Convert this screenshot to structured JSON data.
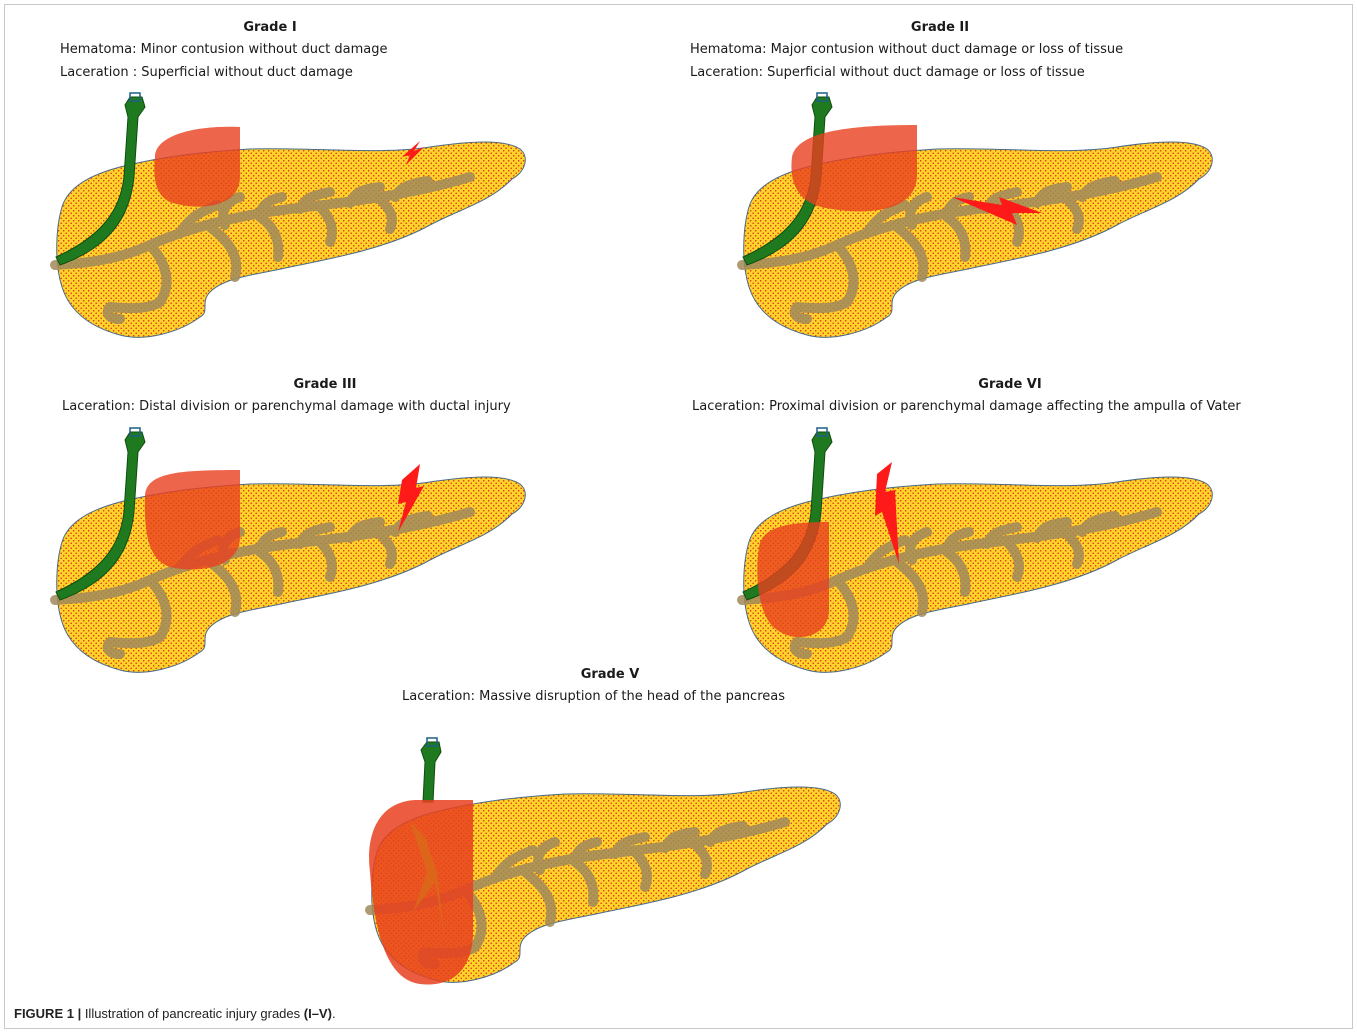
{
  "figure": {
    "caption_label": "FIGURE 1 |",
    "caption_text": " Illustration of pancreatic injury grades ",
    "caption_bold": "(I–V)",
    "caption_end": "."
  },
  "panels": [
    {
      "grade": "Grade I",
      "lines": [
        "Hematoma:  Minor contusion without duct damage",
        "Laceration : Superficial without duct damage"
      ]
    },
    {
      "grade": "Grade II",
      "lines": [
        "Hematoma:  Major contusion without duct damage  or loss of tissue",
        "Laceration: Superficial without duct damage  or loss of tissue"
      ]
    },
    {
      "grade": "Grade III",
      "lines": [
        "Laceration: Distal division or parenchymal damage with ductal injury"
      ]
    },
    {
      "grade": "Grade VI",
      "lines": [
        "Laceration: Proximal division or parenchymal damage affecting the  ampulla of Vater"
      ]
    },
    {
      "grade": "Grade V",
      "lines": [
        "Laceration: Massive disruption of the head of the  pancreas"
      ]
    }
  ],
  "colors": {
    "pancreas_fill": "#ffd42a",
    "pancreas_dots": "#d9261c",
    "duct": "#a08a5c",
    "bile_duct": "#1f7a1f",
    "hematoma": "#e8401f",
    "laceration": "#ff1a1a"
  }
}
